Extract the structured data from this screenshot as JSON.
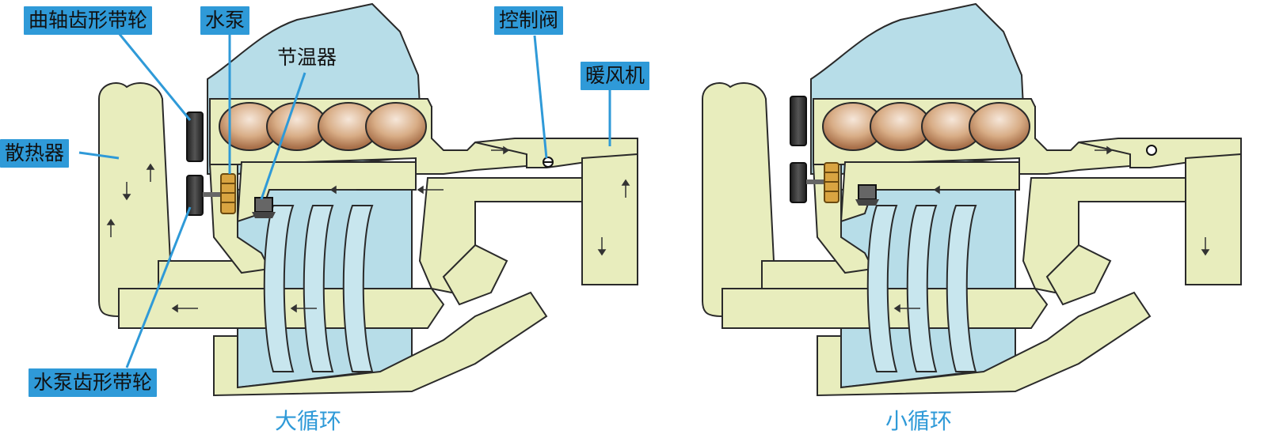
{
  "labels": {
    "crank_pulley": "曲轴齿形带轮",
    "water_pump": "水泵",
    "thermostat": "节温器",
    "control_valve": "控制阀",
    "heater": "暖风机",
    "radiator": "散热器",
    "pump_pulley": "水泵齿形带轮"
  },
  "captions": {
    "left": "大循环",
    "right": "小循环"
  },
  "colors": {
    "tag_bg": "#2f9ad8",
    "coolant": "#e8edbd",
    "engine": "#b7dde8",
    "cylinder": "#c99a75",
    "outline": "#2a2a2a"
  }
}
